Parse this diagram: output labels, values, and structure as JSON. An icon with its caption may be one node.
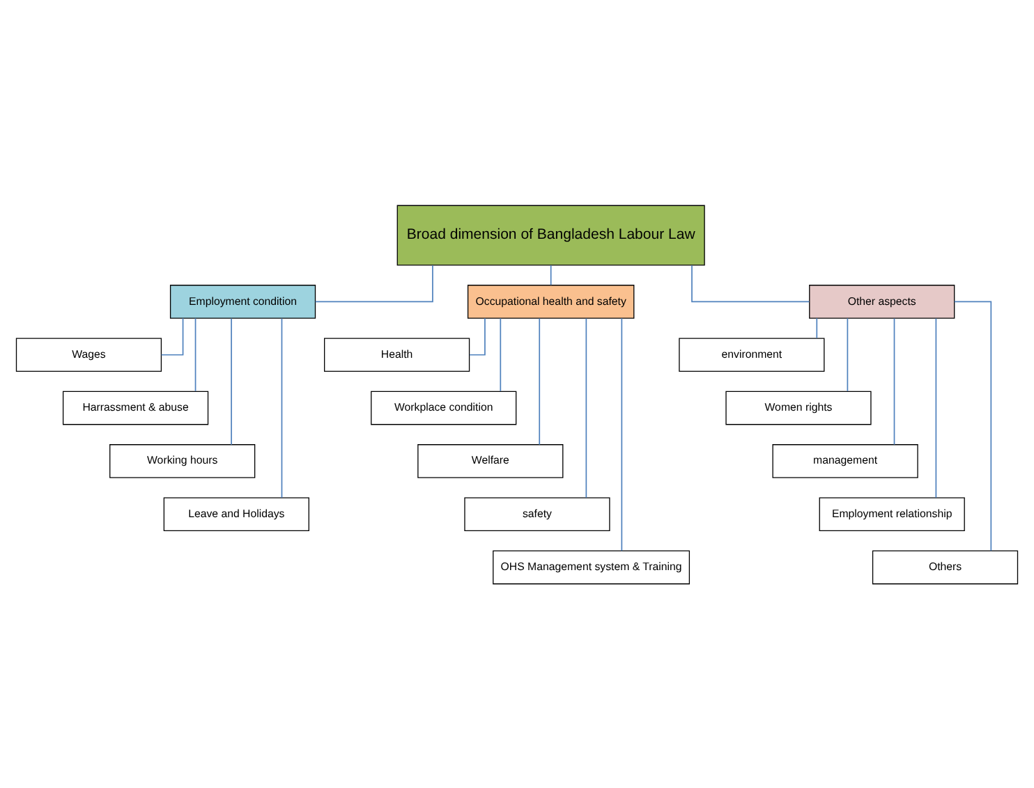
{
  "diagram": {
    "nodes": [
      {
        "text": [
          "Broad dimension of Bangladesh Labour Law"
        ]
      },
      {
        "text": [
          "Employment condition"
        ]
      },
      {
        "text": [
          "Occupational health and safety"
        ]
      },
      {
        "text": [
          "Other aspects"
        ]
      },
      {
        "text": [
          "Wages"
        ]
      },
      {
        "text": [
          "Harrassment & abuse"
        ]
      },
      {
        "text": [
          "Working hours"
        ]
      },
      {
        "text": [
          "Leave and Holidays"
        ]
      },
      {
        "text": [
          "Health"
        ]
      },
      {
        "text": [
          "Workplace condition"
        ]
      },
      {
        "text": [
          "Welfare"
        ]
      },
      {
        "text": [
          "safety"
        ]
      },
      {
        "text": [
          "OHS Management system & Training"
        ]
      },
      {
        "text": [
          "environment"
        ]
      },
      {
        "text": [
          "Women rights"
        ]
      },
      {
        "text": [
          "management"
        ]
      },
      {
        "text": [
          "Employment relationship"
        ]
      },
      {
        "text": [
          "Others"
        ]
      }
    ],
    "edges": [
      {
        "from": 0,
        "to": 1,
        "arrow": "none"
      },
      {
        "from": 0,
        "to": 2,
        "arrow": "none"
      },
      {
        "from": 0,
        "to": 3,
        "arrow": "none"
      },
      {
        "from": 1,
        "to": 4,
        "arrow": "none"
      },
      {
        "from": 1,
        "to": 5,
        "arrow": "none"
      },
      {
        "from": 1,
        "to": 6,
        "arrow": "none"
      },
      {
        "from": 1,
        "to": 7,
        "arrow": "none"
      },
      {
        "from": 2,
        "to": 8,
        "arrow": "none"
      },
      {
        "from": 2,
        "to": 9,
        "arrow": "none"
      },
      {
        "from": 2,
        "to": 10,
        "arrow": "none"
      },
      {
        "from": 2,
        "to": 11,
        "arrow": "none"
      },
      {
        "from": 2,
        "to": 12,
        "arrow": "none"
      },
      {
        "from": 3,
        "to": 13,
        "arrow": "none"
      },
      {
        "from": 3,
        "to": 14,
        "arrow": "none"
      },
      {
        "from": 3,
        "to": 15,
        "arrow": "none"
      },
      {
        "from": 3,
        "to": 16,
        "arrow": "none"
      },
      {
        "from": 3,
        "to": 17,
        "arrow": "none"
      }
    ]
  }
}
